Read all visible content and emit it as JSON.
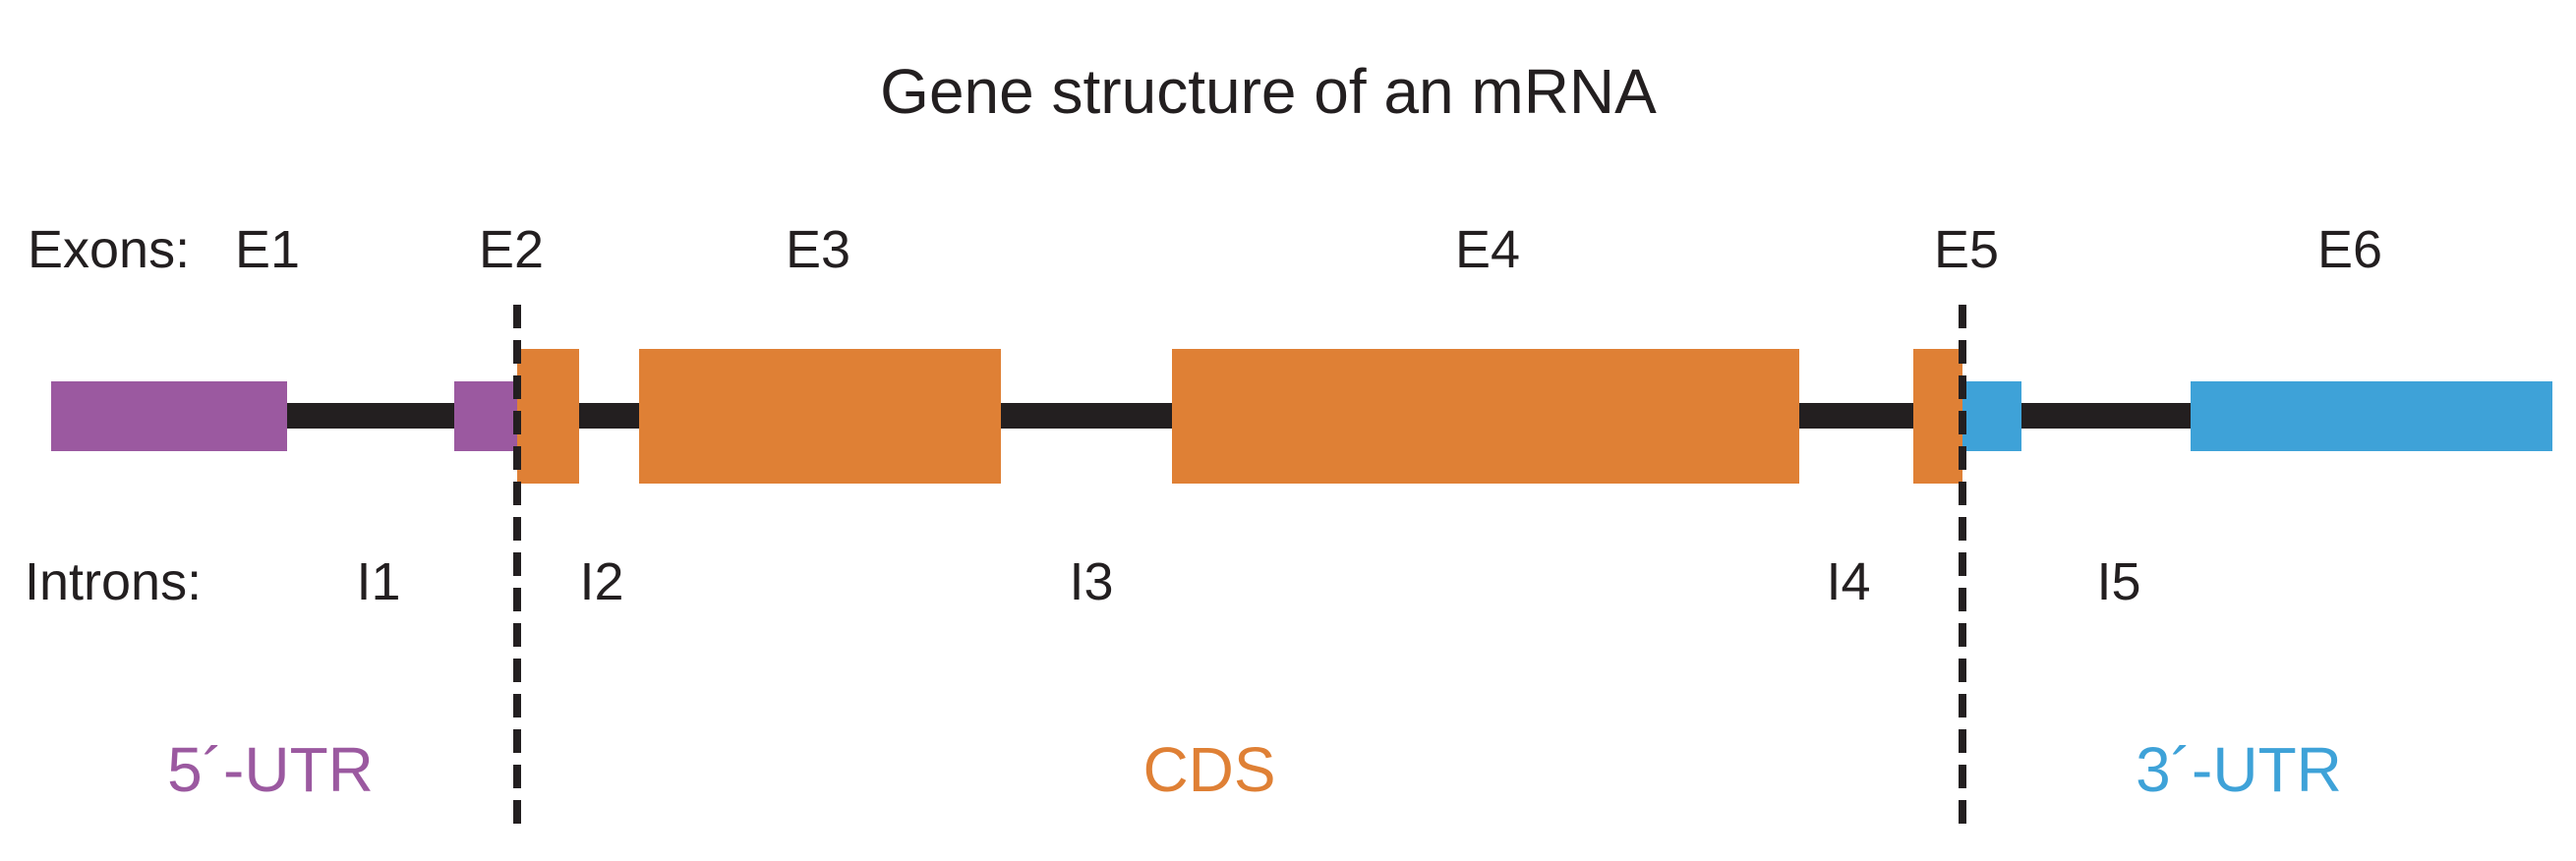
{
  "title": "Gene structure of an mRNA",
  "row_labels": {
    "exons": "Exons:",
    "introns": "Introns:"
  },
  "exon_labels": [
    "E1",
    "E2",
    "E3",
    "E4",
    "E5",
    "E6"
  ],
  "intron_labels": [
    "I1",
    "I2",
    "I3",
    "I4",
    "I5"
  ],
  "regions": {
    "utr5": "5´-UTR",
    "cds": "CDS",
    "utr3": "3´-UTR"
  },
  "colors": {
    "utr5": "#9b59a0",
    "cds": "#df8035",
    "utr3": "#3ea2d8",
    "intron_line": "#231f20",
    "text": "#231f20"
  }
}
